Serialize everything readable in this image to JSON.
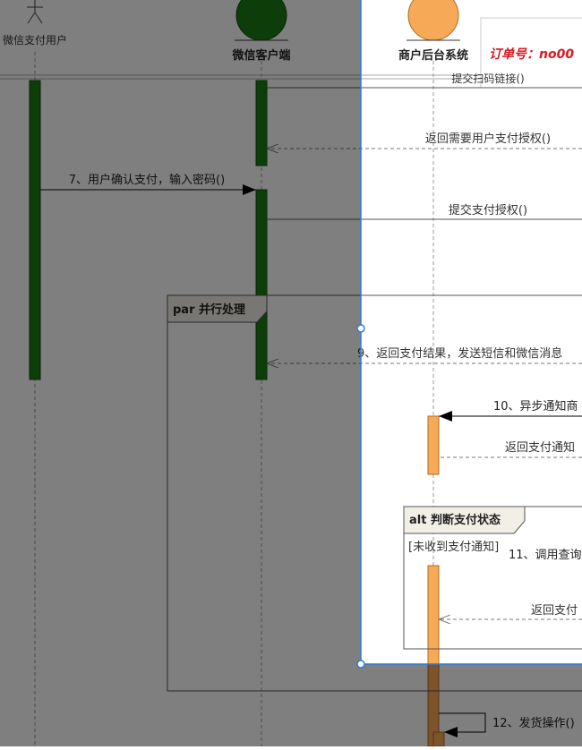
{
  "participants": {
    "user": "微信支付用户",
    "client": "微信客户端",
    "merchant": "商户后台系统"
  },
  "order_note": "订单号：no00",
  "messages": {
    "m_top": "提交扫码链接()",
    "m_auth_req": "返回需要用户支付授权()",
    "m7": "7、用户确认支付，输入密码()",
    "m_submit": "提交支付授权()",
    "m9": "9、返回支付结果，发送短信和微信消息",
    "m10": "10、异步通知商",
    "m_ret_notify": "返回支付通知",
    "m11": "11、调用查询",
    "m_ret_pay": "返回支付",
    "m12": "12、发货操作()"
  },
  "fragments": {
    "par_label": "par 并行处理",
    "alt_label": "alt 判断支付状态",
    "alt_guard": "[未收到支付通知]"
  },
  "colors": {
    "overlay": "#000000",
    "green_actor": "#1a7a12",
    "orange_actor": "#f6a957",
    "selection": "#2f7bd6",
    "note_text": "#d71921"
  }
}
